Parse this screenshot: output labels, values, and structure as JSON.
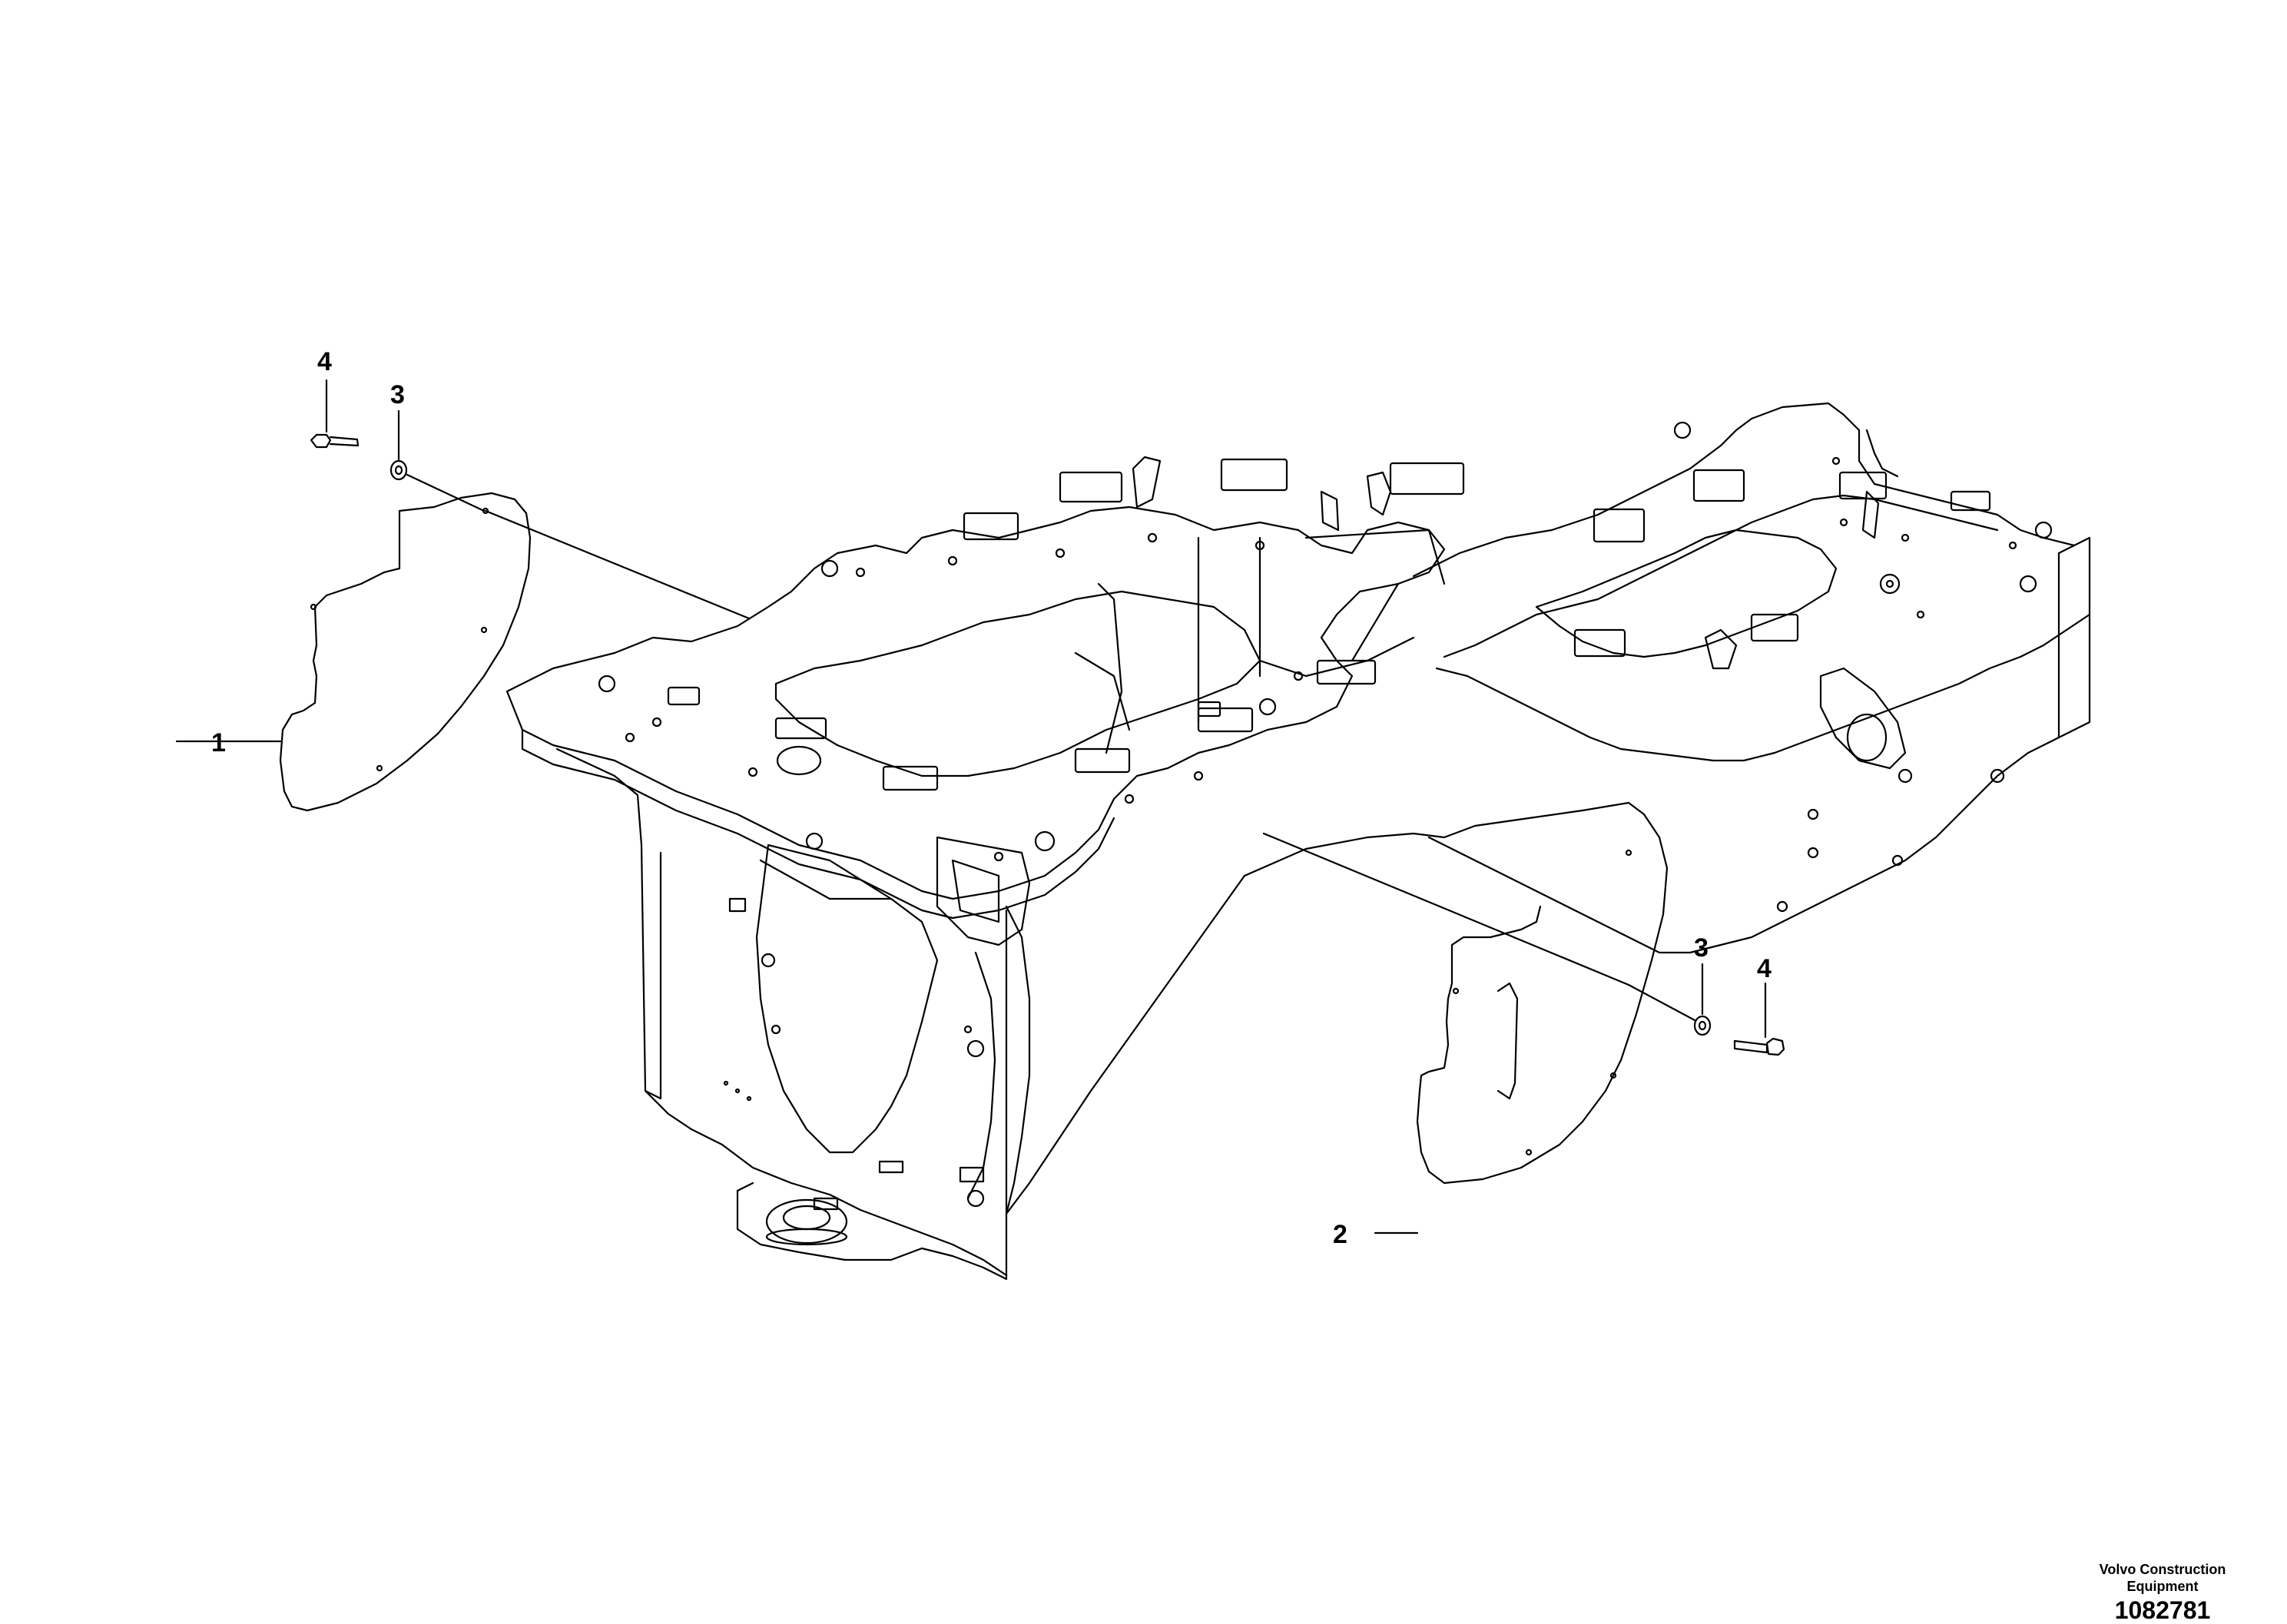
{
  "drawing": {
    "callouts": [
      {
        "id": "c1",
        "text": "1"
      },
      {
        "id": "c2",
        "text": "2"
      },
      {
        "id": "c3a",
        "text": "3"
      },
      {
        "id": "c4a",
        "text": "4"
      },
      {
        "id": "c3b",
        "text": "3"
      },
      {
        "id": "c4b",
        "text": "4"
      }
    ],
    "company": "Volvo Construction Equipment",
    "company_line1": "Volvo Construction",
    "company_line2": "Equipment",
    "drawing_number": "1082781"
  },
  "colors": {
    "line": "#000000",
    "background": "#ffffff"
  }
}
